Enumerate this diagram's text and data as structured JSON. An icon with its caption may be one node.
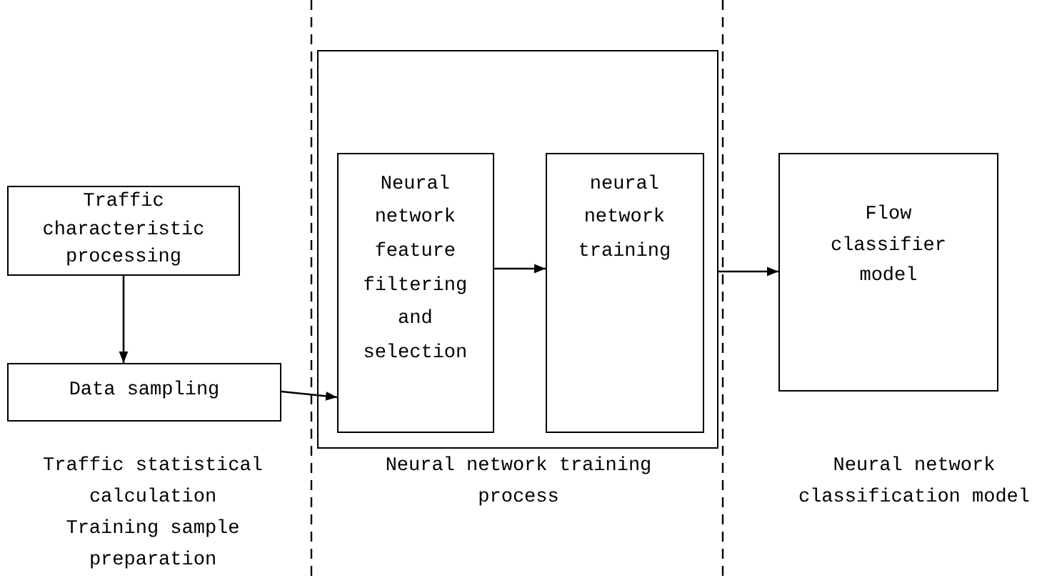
{
  "diagram": {
    "nodes": [
      {
        "text": [
          "Traffic characteristic processing"
        ]
      },
      {
        "text": [
          "Data sampling"
        ]
      },
      {
        "text": [],
        "shape": "box"
      },
      {
        "text": [
          "Neural network feature filtering and selection"
        ],
        "in": 2
      },
      {
        "text": [
          "neural network training"
        ],
        "in": 2
      },
      {
        "text": [
          "Flow classifier model"
        ]
      }
    ],
    "edges": [
      {
        "from": 0,
        "to": 1,
        "arrow": "to"
      },
      {
        "from": 1,
        "to": 3,
        "arrow": "to"
      },
      {
        "from": 3,
        "to": 4,
        "arrow": "to"
      },
      {
        "from": 2,
        "to": 5,
        "arrow": "to"
      }
    ],
    "labels": [
      "Traffic statistical calculation",
      "Training sample preparation",
      "Neural network training process",
      "Neural network classification model"
    ]
  }
}
